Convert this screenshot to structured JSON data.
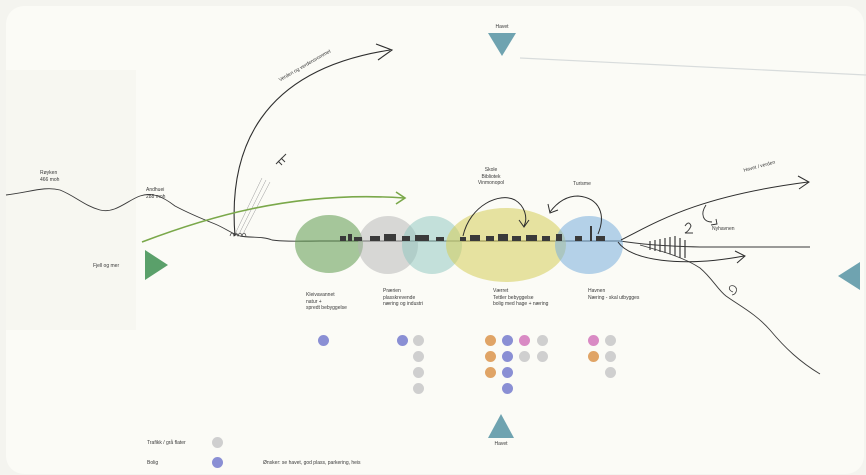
{
  "colors": {
    "background": "#f4f4ef",
    "paper": "#fbfbf6",
    "line": "#2e2e2e",
    "green_arrow": "#7aa84a",
    "teal_triangle": "#6fa3b0",
    "green_triangle": "#5aa06a",
    "dot_grey": "#cfcfcf",
    "dot_purple": "#8a8fd4",
    "dot_orange": "#e0a466",
    "dot_pink": "#d98ac4"
  },
  "top_label": "Havet",
  "bottom_label": "Havet",
  "left_label": "Fjell og mer",
  "places": {
    "royken": [
      "Røyken",
      "466 moh"
    ],
    "andhuei": [
      "Andhuei",
      "288 moh"
    ],
    "arrow_label": "Verden og verdensrommet",
    "skole": [
      "Skole",
      "Bibliotek",
      "Vinmonopol"
    ],
    "turisme": "Turisme",
    "havet_verden": "Havet / verden",
    "nyhavnen": "Nyhavnen"
  },
  "zones": [
    {
      "id": "kleivavannet",
      "title": "Kleivavannet",
      "lines": [
        "natur +",
        "spredt bebyggelse"
      ],
      "color": "#5f9a4e"
    },
    {
      "id": "praerien",
      "title": "Prærien",
      "lines": [
        "plasskrevende",
        "næring og industri"
      ],
      "color": "#b4b4b4"
    },
    {
      "id": "teal",
      "title": "",
      "lines": [],
      "color": "#8cc6be"
    },
    {
      "id": "vaerret",
      "title": "Værret",
      "lines": [
        "Tettler bebyggelse",
        "bolig med hage + næring"
      ],
      "color": "#d6cd5a"
    },
    {
      "id": "havnen",
      "title": "Havnen",
      "lines": [
        "Næring - skal utbygges"
      ],
      "color": "#7aaedc"
    }
  ],
  "legend": [
    {
      "label": "Trafikk / grå flater",
      "color": "#cfcfcf"
    },
    {
      "label": "Bolig",
      "color": "#8a8fd4"
    }
  ],
  "legend_note": "Ønsker: se havet, god plass, parkering, heis"
}
